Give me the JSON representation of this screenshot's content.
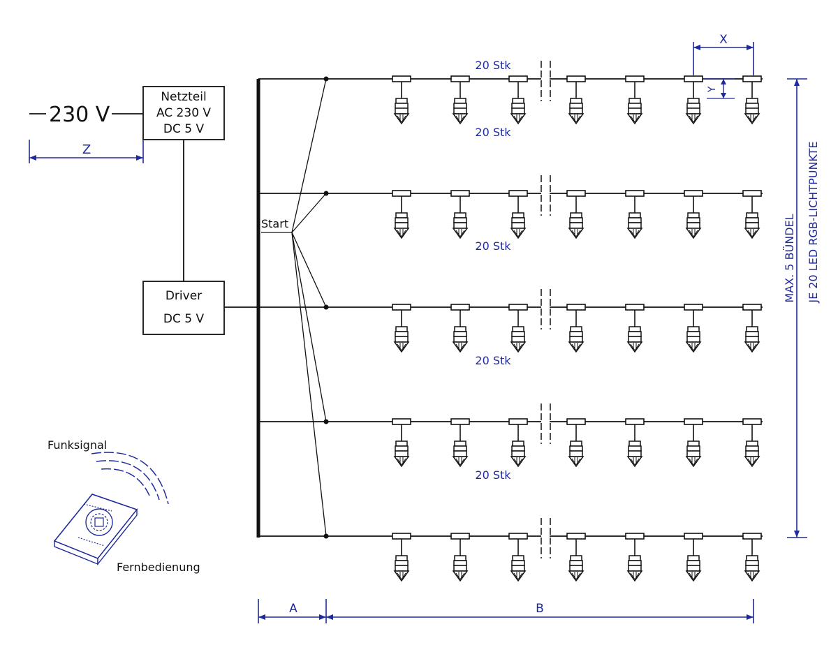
{
  "colors": {
    "line": "#111111",
    "dimension": "#1f2a9c",
    "background": "#ffffff"
  },
  "supply": {
    "voltage_label": "230 V"
  },
  "power_unit": {
    "line1": "Netzteil",
    "line2": "AC 230 V",
    "line3": "DC 5 V"
  },
  "driver": {
    "line1": "Driver",
    "line2": "DC 5 V"
  },
  "start_label": "Start",
  "bundles": {
    "count": 5,
    "leds_per_side": 4,
    "count_label": "20 Stk",
    "vertical_note_line1": "MAX. 5 BÜNDEL",
    "vertical_note_line2": "JE 20 LED RGB-LICHTPUNKTE"
  },
  "dimensions": {
    "x": "X",
    "y": "Y",
    "z": "Z",
    "a": "A",
    "b": "B"
  },
  "remote": {
    "signal_label": "Funksignal",
    "device_label": "Fernbedienung",
    "icon": "remote-control-icon"
  }
}
